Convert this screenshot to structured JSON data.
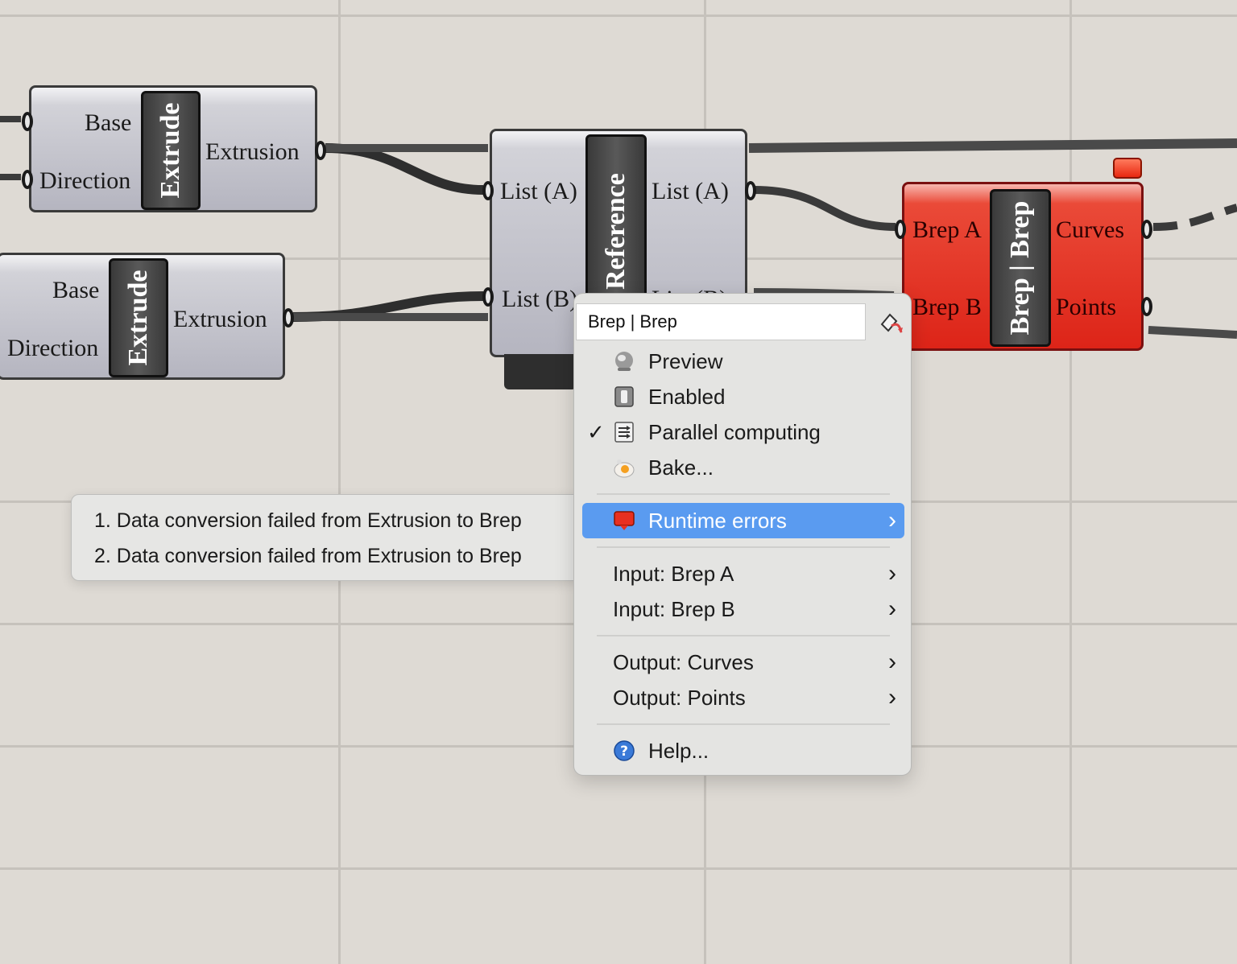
{
  "components": {
    "extrude_top": {
      "inputs": [
        "Base",
        "Direction"
      ],
      "nickname": "Extrude",
      "output": "Extrusion"
    },
    "extrude_bottom": {
      "inputs": [
        "Base",
        "Direction"
      ],
      "nickname": "Extrude",
      "output": "Extrusion"
    },
    "cross_ref": {
      "inputs": [
        "List (A)",
        "List (B)"
      ],
      "nickname": "ss Reference",
      "outputs": [
        "List (A)",
        "List (B)"
      ]
    },
    "brep_brep": {
      "inputs": [
        "Brep A",
        "Brep B"
      ],
      "nickname": "Brep | Brep",
      "outputs": [
        "Curves",
        "Points"
      ]
    }
  },
  "context_menu": {
    "title_value": "Brep | Brep",
    "title_icon": "eraser-icon",
    "items": [
      {
        "label": "Preview",
        "icon": "preview-icon",
        "checked": false
      },
      {
        "label": "Enabled",
        "icon": "enabled-icon",
        "checked": false
      },
      {
        "label": "Parallel computing",
        "icon": "parallel-icon",
        "checked": true,
        "check_mark": "✓"
      },
      {
        "label": "Bake...",
        "icon": "bake-icon",
        "checked": false
      }
    ],
    "runtime_errors": {
      "label": "Runtime errors",
      "icon": "error-flag-icon",
      "chevron": "›"
    },
    "io_items": [
      {
        "label": "Input: Brep A",
        "chevron": "›"
      },
      {
        "label": "Input: Brep B",
        "chevron": "›"
      },
      {
        "label": "Output: Curves",
        "chevron": "›"
      },
      {
        "label": "Output: Points",
        "chevron": "›"
      }
    ],
    "help": {
      "label": "Help...",
      "icon": "help-icon"
    }
  },
  "tooltip": {
    "lines": [
      "1. Data conversion failed from Extrusion to Brep",
      "2. Data conversion failed from Extrusion to Brep"
    ]
  },
  "colors": {
    "canvas": "#dedad4",
    "component_error": "#e03222",
    "menu_highlight": "#5a9bf0"
  }
}
